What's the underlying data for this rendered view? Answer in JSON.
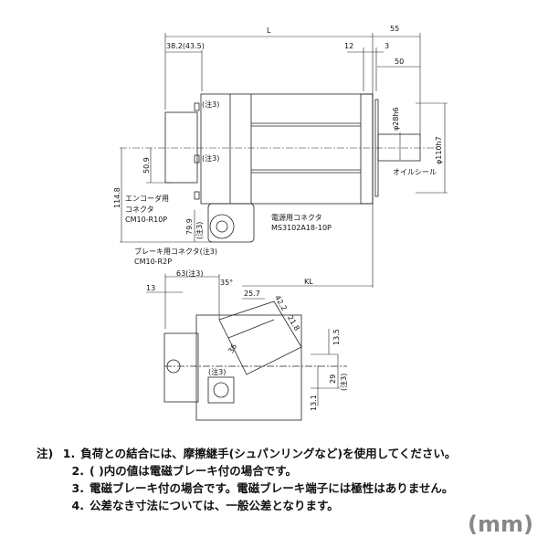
{
  "top_view": {
    "dim_L": "L",
    "dim_55": "55",
    "dim_38": "38.2(43.5)",
    "dim_12": "12",
    "dim_3": "3",
    "dim_50": "50",
    "note3_a": "(注3)",
    "note3_b": "(注3)",
    "dim_shaft": "φ28h6",
    "dim_flange": "φ110h7",
    "oil_seal": "オイルシール",
    "dim_50_9": "50.9",
    "dim_114_8": "114.8",
    "dim_79_9": "79.9",
    "dim_79_9_note": "(注3)",
    "encoder_connector": [
      "エンコーダ用",
      "コネクタ",
      "CM10-R10P"
    ],
    "power_connector": [
      "電源用コネクタ",
      "MS3102A18-10P"
    ],
    "brake_connector": [
      "ブレーキ用コネクタ(注3)",
      "CM10-R2P"
    ]
  },
  "bottom_view": {
    "dim_63": "63(注3)",
    "dim_13": "13",
    "dim_35": "35°",
    "dim_KL": "KL",
    "dim_25_7": "25.7",
    "dim_42_2": "42.2",
    "dim_21_8": "21.8",
    "dim_36": "36",
    "dim_13_5": "13.5",
    "dim_29": "29",
    "dim_29_note": "(注3)",
    "dim_13_1": "13.1",
    "note3": "(注3)"
  },
  "notes": {
    "prefix": "注)",
    "items": [
      {
        "num": "1.",
        "text": "負荷との結合には、摩擦継手(シュパンリングなど)を使用してください。"
      },
      {
        "num": "2.",
        "text": "(  )内の値は電磁ブレーキ付の場合です。"
      },
      {
        "num": "3.",
        "text": "電磁ブレーキ付の場合です。電磁ブレーキ端子には極性はありません。"
      },
      {
        "num": "4.",
        "text": "公差なき寸法については、一般公差となります。"
      }
    ]
  },
  "unit": "(mm)"
}
